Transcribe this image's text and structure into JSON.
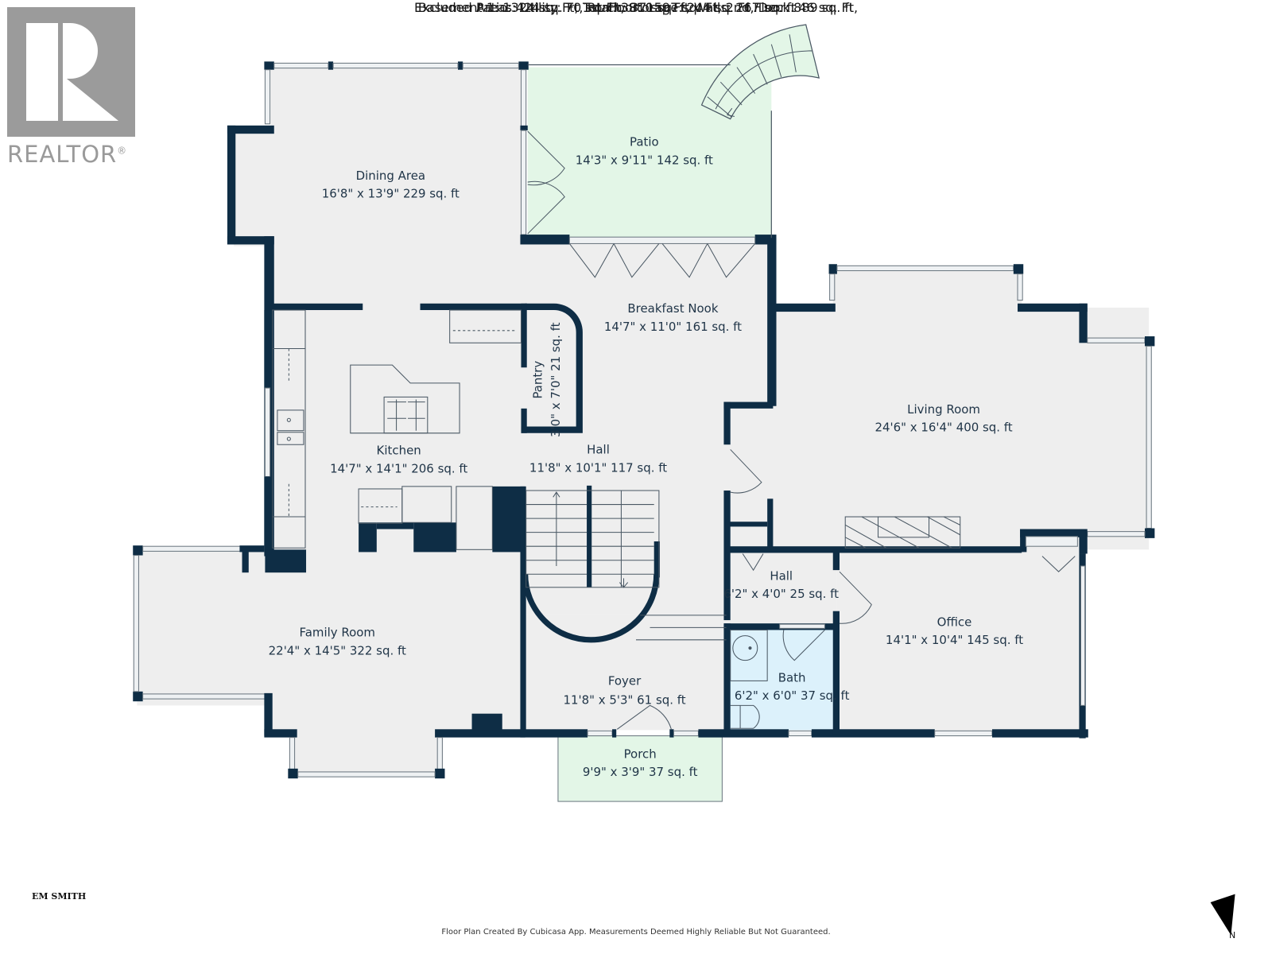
{
  "logo": {
    "name": "REALTOR",
    "mark": "®"
  },
  "brand": {
    "name": "EM SMITH"
  },
  "rooms": [
    {
      "name": "Dining Area",
      "dims": "16'8\" x 13'9\" 229 sq. ft"
    },
    {
      "name": "Patio",
      "dims": "14'3\" x 9'11\" 142 sq. ft"
    },
    {
      "name": "Breakfast Nook",
      "dims": "14'7\" x 11'0\" 161 sq. ft"
    },
    {
      "name": "Kitchen",
      "dims": "14'7\" x 14'1\" 206 sq. ft"
    },
    {
      "name": "Pantry",
      "dims": "3'0\" x 7'0\" 21 sq. ft"
    },
    {
      "name": "Hall",
      "dims": "11'8\" x 10'1\" 117 sq. ft"
    },
    {
      "name": "Living Room",
      "dims": "24'6\" x 16'4\" 400 sq. ft"
    },
    {
      "name": "Hall",
      "dims": "6'2\" x 4'0\" 25 sq. ft"
    },
    {
      "name": "Office",
      "dims": "14'1\" x 10'4\" 145 sq. ft"
    },
    {
      "name": "Bath",
      "dims": "6'2\" x 6'0\" 37 sq. ft"
    },
    {
      "name": "Family Room",
      "dims": "22'4\" x 14'5\" 322 sq. ft"
    },
    {
      "name": "Foyer",
      "dims": "11'8\" x 5'3\" 61 sq. ft"
    },
    {
      "name": "Porch",
      "dims": "9'9\" x 3'9\" 37 sq. ft"
    }
  ],
  "summary": {
    "total": "Total: 3810 sq. ft",
    "floors": "Basement 1: 1324 sq. Ft, 1st Floor: 1597 sq. Ft, 2nd Floor: 889 sq. ft",
    "excluded_1": "Excluded Areas: Utility: 70 sq. Ft, Storage: 244 sq. Ft, Deck: 46 sq. Ft,",
    "excluded_2": "Patio: 424 sq. Ft, Porch: 37 sq. Ft, Walls: 267 sq. ft"
  },
  "footer": {
    "note": "Floor Plan Created By Cubicasa App. Measurements Deemed Highly Reliable But Not Guaranteed."
  },
  "compass": {
    "label": "N"
  },
  "colors": {
    "wall": "#0e2d45",
    "floor": "#eeeeee",
    "patio": "#e3f6e7",
    "bath": "#dcf1fb",
    "logo_gray": "#9a9a9a"
  }
}
